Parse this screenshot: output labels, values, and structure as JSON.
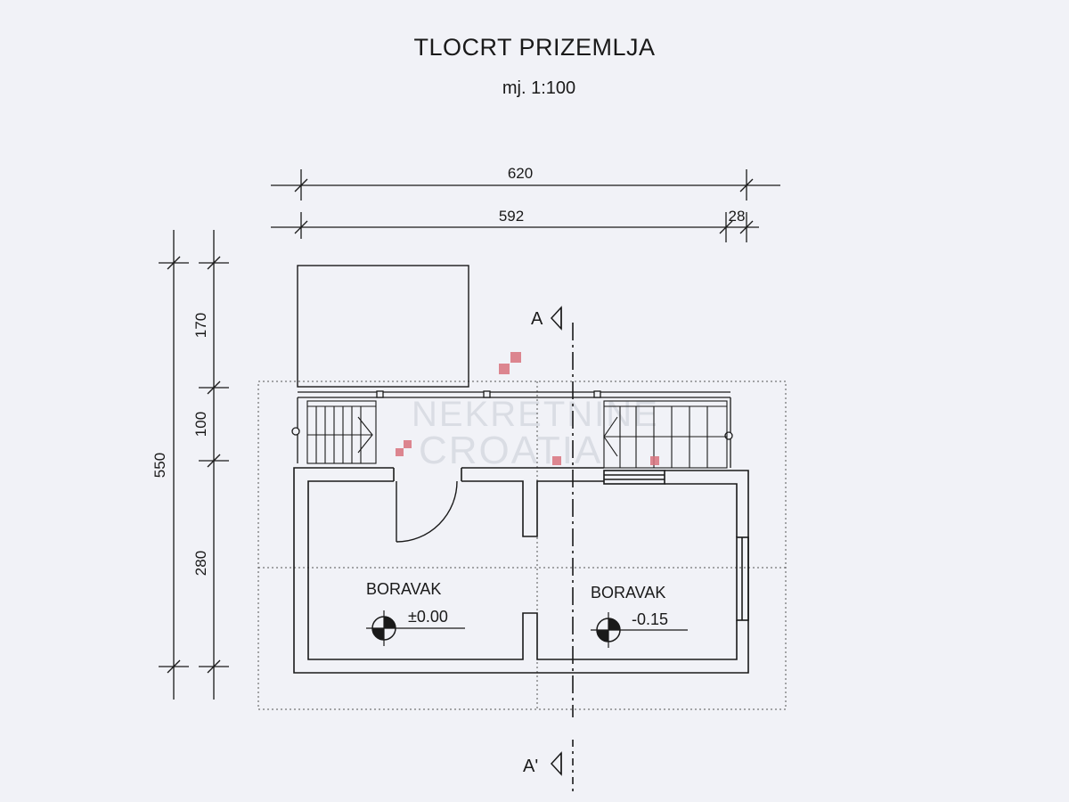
{
  "title": "TLOCRT PRIZEMLJA",
  "scale": "mj. 1:100",
  "dimensions": {
    "top_total": "620",
    "top_inner": "592",
    "top_small": "28",
    "left_total": "550",
    "left_top": "170",
    "left_mid": "100",
    "left_bottom": "280"
  },
  "rooms": [
    {
      "name": "BORAVAK",
      "level": "±0.00"
    },
    {
      "name": "BORAVAK",
      "level": "-0.15"
    }
  ],
  "section": {
    "top": "A",
    "bottom": "A'"
  },
  "watermark": {
    "line1": "NEKRETNINE",
    "line2": "CROATIA"
  },
  "colors": {
    "line": "#1a1a1a",
    "paper": "#f1f2f7",
    "accent": "#d9737e"
  }
}
